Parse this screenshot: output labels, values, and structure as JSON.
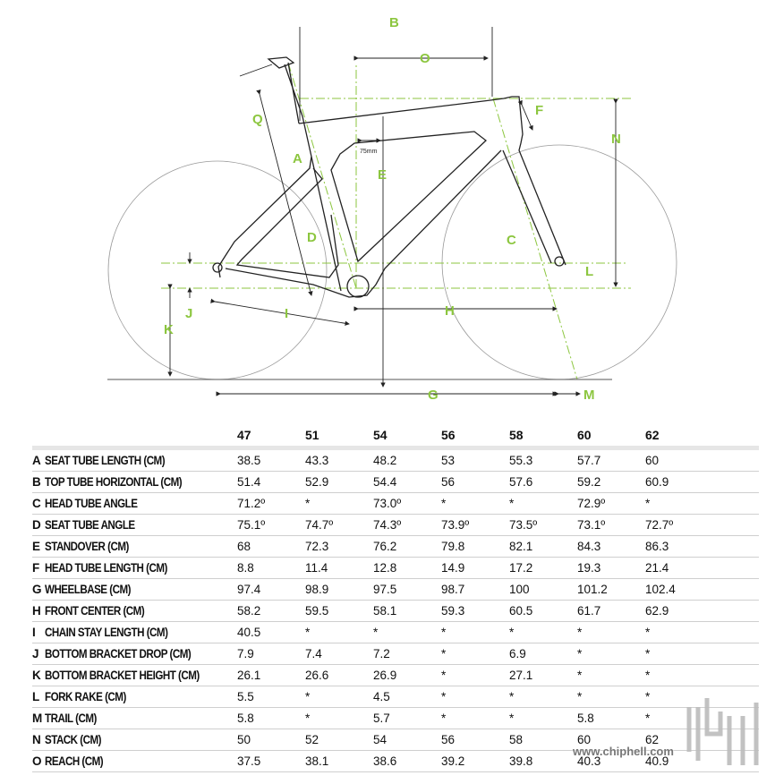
{
  "colors": {
    "accent": "#8cc63f",
    "line": "#222222",
    "wheel": "#999999"
  },
  "diagram": {
    "labels": [
      "A",
      "B",
      "C",
      "D",
      "E",
      "F",
      "G",
      "H",
      "I",
      "J",
      "K",
      "L",
      "M",
      "N",
      "O",
      "Q"
    ],
    "note_75mm": "75mm"
  },
  "table": {
    "sizes": [
      "47",
      "51",
      "54",
      "56",
      "58",
      "60",
      "62"
    ],
    "rows": [
      {
        "letter": "A",
        "name": "SEAT TUBE LENGTH (CM)",
        "values": [
          "38.5",
          "43.3",
          "48.2",
          "53",
          "55.3",
          "57.7",
          "60"
        ]
      },
      {
        "letter": "B",
        "name": "TOP TUBE HORIZONTAL (CM)",
        "values": [
          "51.4",
          "52.9",
          "54.4",
          "56",
          "57.6",
          "59.2",
          "60.9"
        ]
      },
      {
        "letter": "C",
        "name": "HEAD TUBE ANGLE",
        "values": [
          "71.2º",
          "*",
          "73.0º",
          "*",
          "*",
          "72.9º",
          "*"
        ]
      },
      {
        "letter": "D",
        "name": "SEAT TUBE ANGLE",
        "values": [
          "75.1º",
          "74.7º",
          "74.3º",
          "73.9º",
          "73.5º",
          "73.1º",
          "72.7º"
        ]
      },
      {
        "letter": "E",
        "name": "STANDOVER (CM)",
        "values": [
          "68",
          "72.3",
          "76.2",
          "79.8",
          "82.1",
          "84.3",
          "86.3"
        ]
      },
      {
        "letter": "F",
        "name": "HEAD TUBE LENGTH (CM)",
        "values": [
          "8.8",
          "11.4",
          "12.8",
          "14.9",
          "17.2",
          "19.3",
          "21.4"
        ]
      },
      {
        "letter": "G",
        "name": "WHEELBASE (CM)",
        "values": [
          "97.4",
          "98.9",
          "97.5",
          "98.7",
          "100",
          "101.2",
          "102.4"
        ]
      },
      {
        "letter": "H",
        "name": "FRONT CENTER (CM)",
        "values": [
          "58.2",
          "59.5",
          "58.1",
          "59.3",
          "60.5",
          "61.7",
          "62.9"
        ]
      },
      {
        "letter": "I",
        "name": "CHAIN STAY LENGTH (CM)",
        "values": [
          "40.5",
          "*",
          "*",
          "*",
          "*",
          "*",
          "*"
        ]
      },
      {
        "letter": "J",
        "name": "BOTTOM BRACKET DROP (CM)",
        "values": [
          "7.9",
          "7.4",
          "7.2",
          "*",
          "6.9",
          "*",
          "*"
        ]
      },
      {
        "letter": "K",
        "name": "BOTTOM BRACKET HEIGHT (CM)",
        "values": [
          "26.1",
          "26.6",
          "26.9",
          "*",
          "27.1",
          "*",
          "*"
        ]
      },
      {
        "letter": "L",
        "name": "FORK RAKE (CM)",
        "values": [
          "5.5",
          "*",
          "4.5",
          "*",
          "*",
          "*",
          "*"
        ]
      },
      {
        "letter": "M",
        "name": "TRAIL (CM)",
        "values": [
          "5.8",
          "*",
          "5.7",
          "*",
          "*",
          "5.8",
          "*"
        ]
      },
      {
        "letter": "N",
        "name": "STACK (CM)",
        "values": [
          "50",
          "52",
          "54",
          "56",
          "58",
          "60",
          "62"
        ]
      },
      {
        "letter": "O",
        "name": "REACH (CM)",
        "values": [
          "37.5",
          "38.1",
          "38.6",
          "39.2",
          "39.8",
          "40.3",
          "40.9"
        ]
      }
    ]
  },
  "watermark": {
    "logo": "chip hell",
    "url": "www.chiphell.com"
  }
}
